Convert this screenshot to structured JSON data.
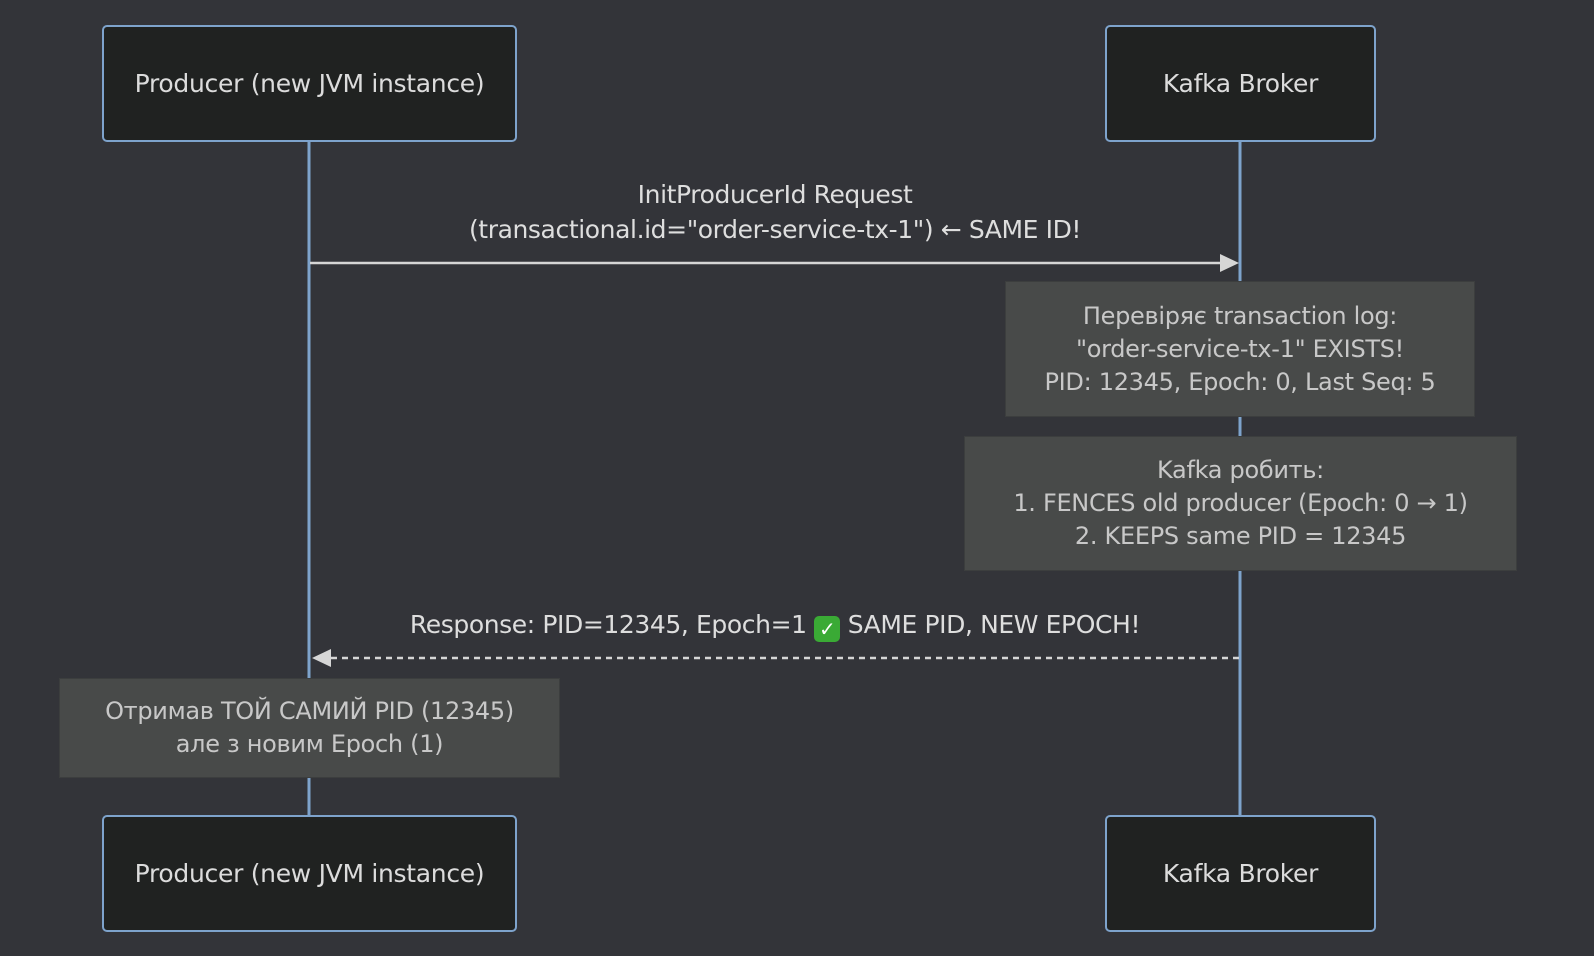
{
  "participants": [
    {
      "id": "producer",
      "label": "Producer (new JVM instance)"
    },
    {
      "id": "broker",
      "label": "Kafka Broker"
    }
  ],
  "messages": [
    {
      "from": "producer",
      "to": "broker",
      "style": "solid",
      "lines": [
        "InitProducerId Request",
        "(transactional.id=\"order-service-tx-1\") ← SAME ID!"
      ]
    },
    {
      "from": "broker",
      "to": "producer",
      "style": "dashed",
      "text_before": "Response: PID=12345, Epoch=1",
      "icon": "check-mark-icon",
      "text_after": "SAME PID, NEW EPOCH!"
    }
  ],
  "notes": [
    {
      "over": "broker",
      "lines": [
        "Перевіряє transaction log:",
        "\"order-service-tx-1\" EXISTS!",
        "PID: 12345, Epoch: 0, Last Seq: 5"
      ]
    },
    {
      "over": "broker",
      "lines": [
        "Kafka робить:",
        "1. FENCES old producer (Epoch: 0 → 1)",
        "2. KEEPS same PID = 12345"
      ]
    },
    {
      "over": "producer",
      "lines": [
        "Отримав ТОЙ САМИЙ PID (12345)",
        "але з новим Epoch (1)"
      ]
    }
  ],
  "colors": {
    "background": "#333439",
    "lifeline": "#7ea3cc",
    "actor_fill": "#202221",
    "note_fill": "#484a49",
    "arrow": "#d6d6d6",
    "check": "#3aaa35"
  }
}
